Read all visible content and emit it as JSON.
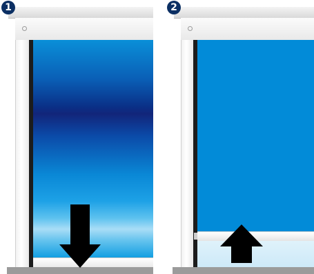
{
  "steps": [
    {
      "number": "1",
      "action": "lower",
      "arrow_icon": "arrow-down-icon"
    },
    {
      "number": "2",
      "action": "raise",
      "arrow_icon": "arrow-up-icon"
    }
  ],
  "colors": {
    "badge": "#0b2f63",
    "blind_blue": "#028bd8",
    "blind_dark_band": "#12257a",
    "frame": "#f2f2f2",
    "frame_seal": "#1c1c1c",
    "sill": "#9b9b9b",
    "arrow": "#000000",
    "glass": "#dff2fb"
  }
}
